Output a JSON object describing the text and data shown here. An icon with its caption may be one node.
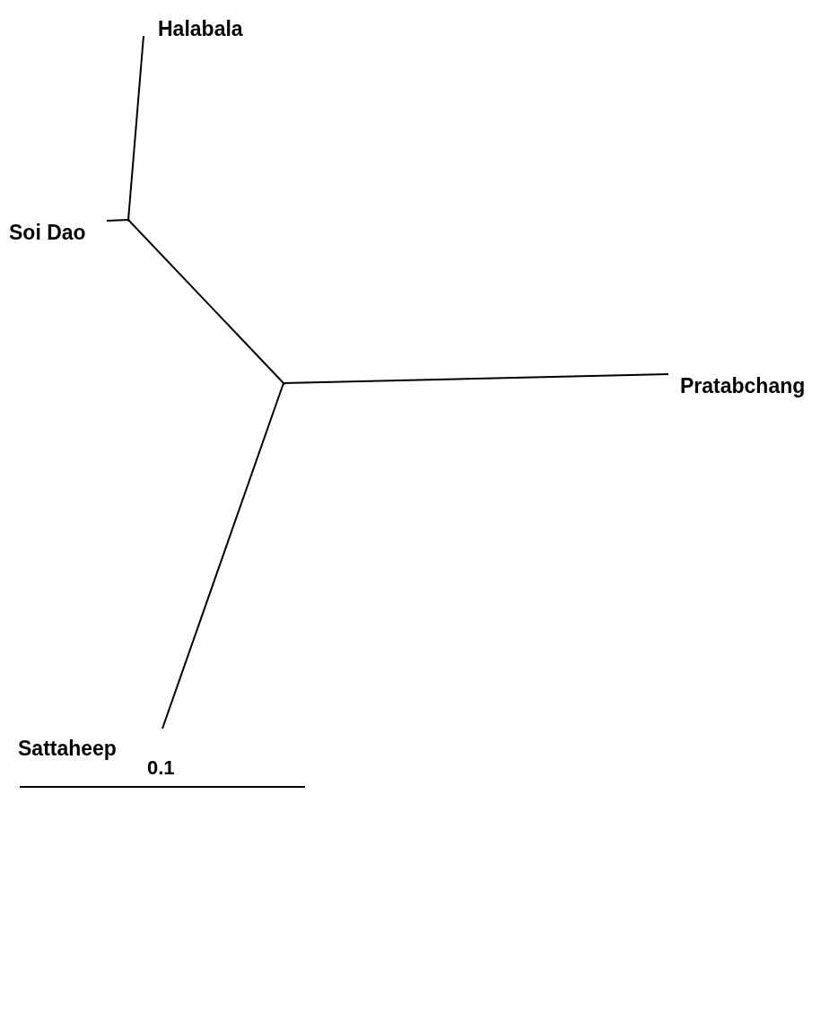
{
  "diagram": {
    "nodes": [
      {
        "text": [
          "Halabala"
        ]
      },
      {
        "text": [
          "Soi Dao"
        ]
      },
      {
        "text": [
          "Pratabchang"
        ]
      },
      {
        "text": [
          "Sattaheep"
        ]
      },
      {
        "text": [],
        "shape": "dot"
      },
      {
        "text": [],
        "shape": "dot"
      }
    ],
    "edges": [
      {
        "from": 4,
        "to": 0,
        "arrow": "none"
      },
      {
        "from": 4,
        "to": 1,
        "arrow": "none"
      },
      {
        "from": 4,
        "to": 5,
        "arrow": "none"
      },
      {
        "from": 5,
        "to": 2,
        "arrow": "none"
      },
      {
        "from": 5,
        "to": 3,
        "arrow": "none"
      }
    ],
    "labels": [
      "0.1"
    ]
  }
}
